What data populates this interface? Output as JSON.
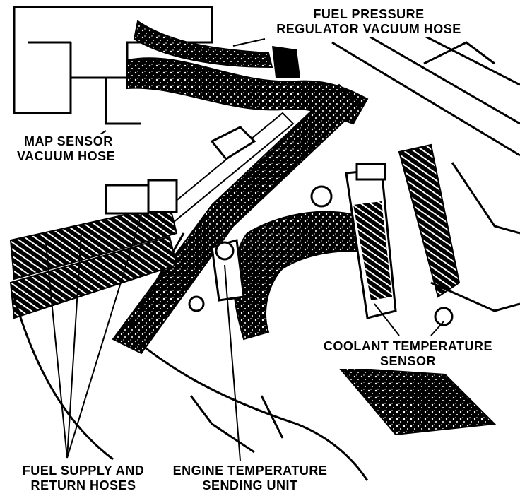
{
  "diagram": {
    "labels": {
      "fuel_pressure_regulator": {
        "line1": "FUEL PRESSURE",
        "line2": "REGULATOR VACUUM HOSE"
      },
      "map_sensor": {
        "line1": "MAP SENSOR",
        "line2": "VACUUM HOSE"
      },
      "coolant_sensor": {
        "line1": "COOLANT TEMPERATURE",
        "line2": "SENSOR"
      },
      "fuel_hoses": {
        "line1": "FUEL SUPPLY AND",
        "line2": "RETURN HOSES"
      },
      "engine_temp": {
        "line1": "ENGINE TEMPERATURE",
        "line2": "SENDING UNIT"
      }
    },
    "colors": {
      "ink": "#000000",
      "paper": "#ffffff"
    }
  }
}
